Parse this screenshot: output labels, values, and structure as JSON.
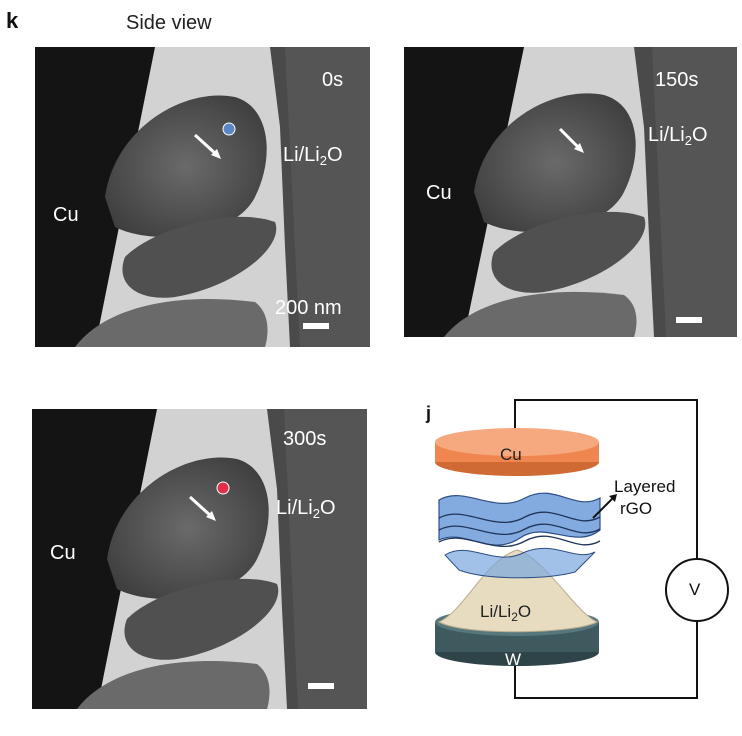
{
  "figure": {
    "panel_k_letter": "k",
    "side_view_title": "Side view",
    "panel_j_letter": "j"
  },
  "tem_panels": [
    {
      "time": "0s",
      "cu_label": "Cu",
      "electrode_label": "Li/Li",
      "electrode_sub": "2",
      "electrode_tail": "O",
      "scale_label": "200 nm",
      "marker_color": "#5a86c4"
    },
    {
      "time": "150s",
      "cu_label": "Cu",
      "electrode_label": "Li/Li",
      "electrode_sub": "2",
      "electrode_tail": "O"
    },
    {
      "time": "300s",
      "cu_label": "Cu",
      "electrode_label": "Li/Li",
      "electrode_sub": "2",
      "electrode_tail": "O",
      "marker_color": "#e0304a"
    }
  ],
  "schematic": {
    "top_electrode": "Cu",
    "layer_label_line1": "Layered",
    "layer_label_line2": "rGO",
    "mound_label": "Li/Li",
    "mound_sub": "2",
    "mound_tail": "O",
    "bottom_electrode": "W",
    "meter_label": "V",
    "colors": {
      "cu": "#f0864f",
      "rgo": "#5b8fd6",
      "mound": "#e8dcc0",
      "w": "#3f5a5f"
    }
  }
}
